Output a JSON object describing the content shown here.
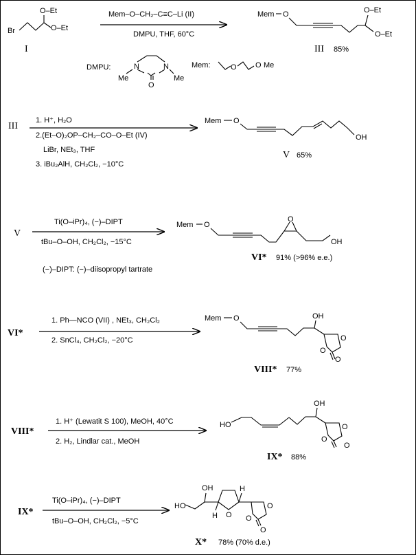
{
  "step1": {
    "start_label": "I",
    "start_atoms": {
      "oet1": "O–Et",
      "oet2": "O–Et",
      "br": "Br"
    },
    "reagent_top": "Mem–O–CH₂–C≡C–Li (II)",
    "reagent_bottom": "DMPU, THF,    60°C",
    "dmpu_label": "DMPU:",
    "dmpu_me1": "Me",
    "dmpu_me2": "Me",
    "dmpu_n1": "N",
    "dmpu_n2": "N",
    "dmpu_o": "O",
    "mem_label": "Mem:",
    "mem_o1": "O",
    "mem_o2": "O",
    "mem_me": "Me",
    "product_mem": "Mem",
    "product_o": "O",
    "product_oet1": "O–Et",
    "product_oet2": "O–Et",
    "product_label": "III",
    "product_yield": "85%"
  },
  "step2": {
    "start_label": "III",
    "reagent1": "1. H⁺,  H₂O",
    "reagent2": "2.(Et–O)₂OP–CH₂–CO–O–Et  (IV)",
    "reagent3": "LiBr, NEt₃,   THF",
    "reagent4": "3. iBu₂AlH,   CH₂Cl₂,    −10°C",
    "product_mem": "Mem",
    "product_o": "O",
    "product_oh": "OH",
    "product_label": "V",
    "product_yield": "65%"
  },
  "step3": {
    "start_label": "V",
    "reagent_top": "Ti(O–iPr)₄, (−)–DIPT",
    "reagent_bottom": "tBu–O–OH,   CH₂Cl₂,   −15°C",
    "note": "(−)–DIPT: (−)–diisopropyl tartrate",
    "product_mem": "Mem",
    "product_o": "O",
    "product_epox_o": "O",
    "product_oh": "OH",
    "product_label": "VI*",
    "product_yield": "91% (>96% e.e.)"
  },
  "step4": {
    "start_label": "VI*",
    "reagent_top": "1. Ph—NCO  (VII)  , NEt₃, CH₂Cl₂",
    "reagent_bottom": "2. SnCl₄,  CH₂Cl₂,   −20°C",
    "product_mem": "Mem",
    "product_o": "O",
    "product_oh": "OH",
    "product_ring_o1": "O",
    "product_ring_o2": "O",
    "product_carbonyl_o": "O",
    "product_label": "VIII*",
    "product_yield": "77%"
  },
  "step5": {
    "start_label": "VIII*",
    "reagent_top": "1. H⁺ (Lewatit S 100), MeOH, 40°C",
    "reagent_bottom": "2.  H₂, Lindlar cat., MeOH",
    "product_ho": "HO",
    "product_oh": "OH",
    "product_ring_o1": "O",
    "product_ring_o2": "O",
    "product_carbonyl_o": "O",
    "product_label": "IX*",
    "product_yield": "88%"
  },
  "step6": {
    "start_label": "IX*",
    "reagent_top": "Ti(O–iPr)₄, (−)–DIPT",
    "reagent_bottom": "tBu–O–OH, CH₂Cl₂,    −5°C",
    "product_ho": "HO",
    "product_oh": "OH",
    "product_thf_o": "O",
    "product_h1": "H",
    "product_h2": "H",
    "product_ring_o1": "O",
    "product_ring_o2": "O",
    "product_carbonyl_o": "O",
    "product_label": "X*",
    "product_yield": "78% (70% d.e.)"
  }
}
